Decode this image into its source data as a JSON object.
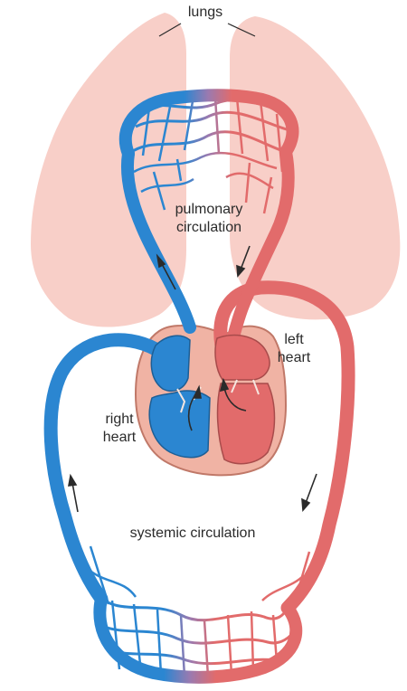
{
  "labels": {
    "lungs": "lungs",
    "pulmonary_1": "pulmonary",
    "pulmonary_2": "circulation",
    "left_1": "left",
    "left_2": "heart",
    "right_1": "right",
    "right_2": "heart",
    "systemic": "systemic circulation"
  },
  "colors": {
    "lung": "#f8cfc8",
    "oxygenated": "#e26b6b",
    "deoxygenated": "#2b86d1",
    "mixed": "#9a7ab0",
    "heart_muscle": "#f0b3a4",
    "heart_outline": "#c07868",
    "line": "#2b2b2b"
  }
}
